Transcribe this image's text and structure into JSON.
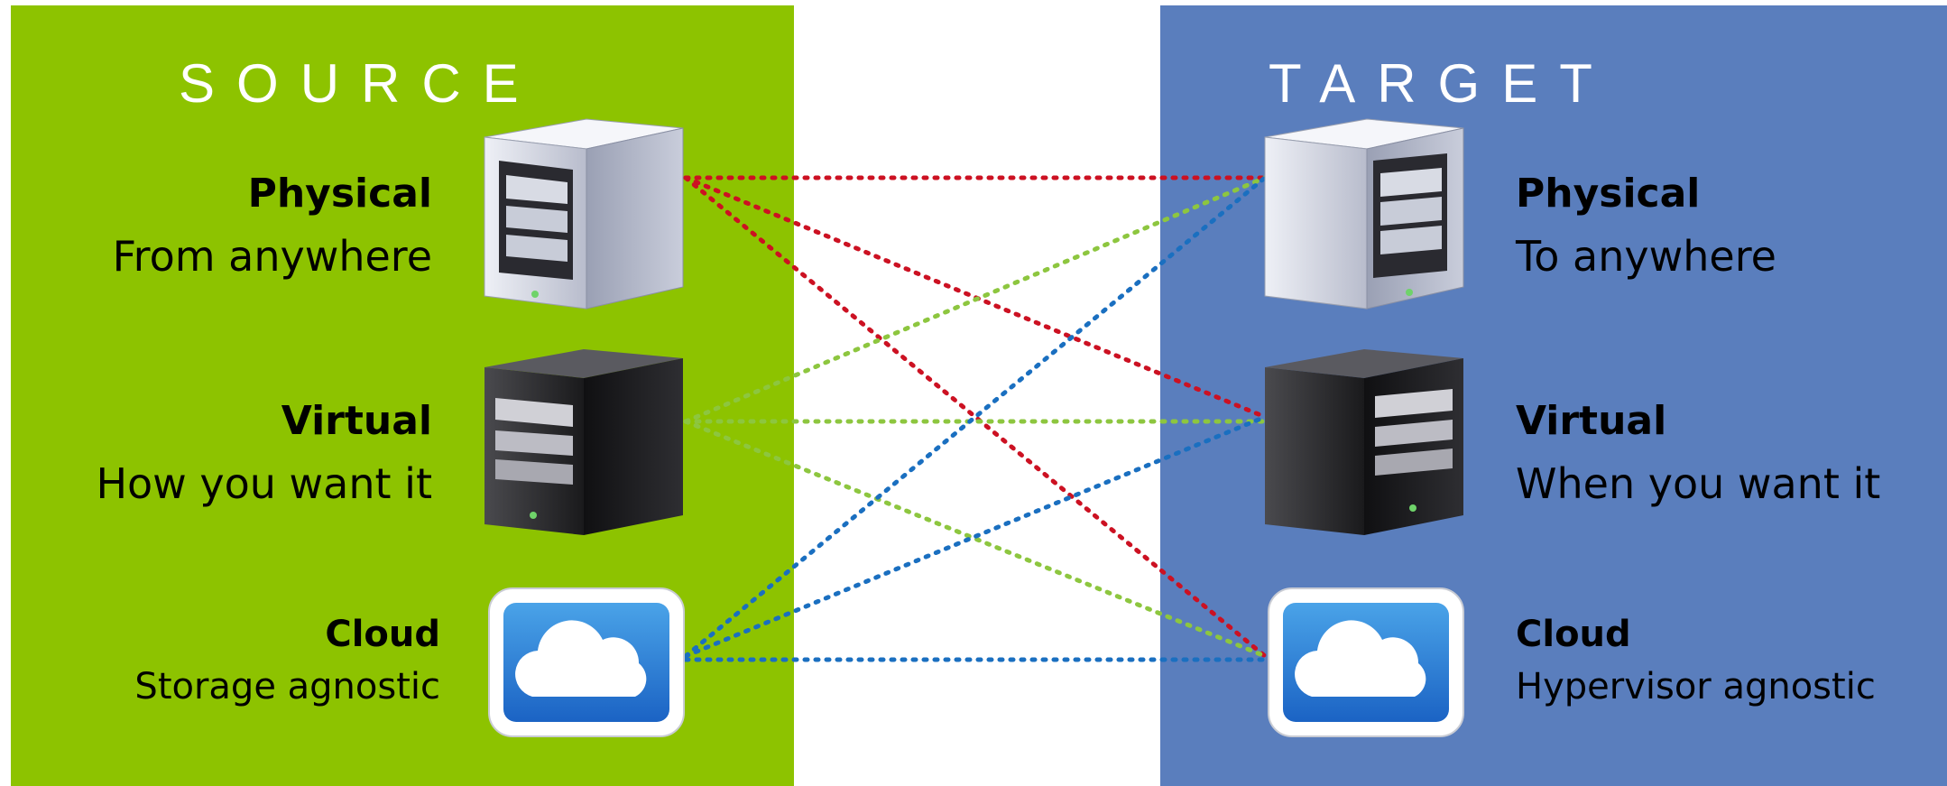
{
  "source": {
    "heading": "SOURCE",
    "items": [
      {
        "title": "Physical",
        "subtitle": "From anywhere"
      },
      {
        "title": "Virtual",
        "subtitle": "How you want it"
      },
      {
        "title": "Cloud",
        "subtitle": "Storage agnostic"
      }
    ]
  },
  "target": {
    "heading": "TARGET",
    "items": [
      {
        "title": "Physical",
        "subtitle": "To anywhere"
      },
      {
        "title": "Virtual",
        "subtitle": "When you want it"
      },
      {
        "title": "Cloud",
        "subtitle": "Hypervisor agnostic"
      }
    ]
  },
  "colors": {
    "source_bg": "#8dc300",
    "target_bg": "#5a7ebd",
    "physical_link": "#cc1122",
    "virtual_link": "#8dc63f",
    "cloud_link": "#1a6fc0"
  },
  "icons": [
    "physical-server-icon",
    "virtual-server-icon",
    "cloud-icon"
  ]
}
